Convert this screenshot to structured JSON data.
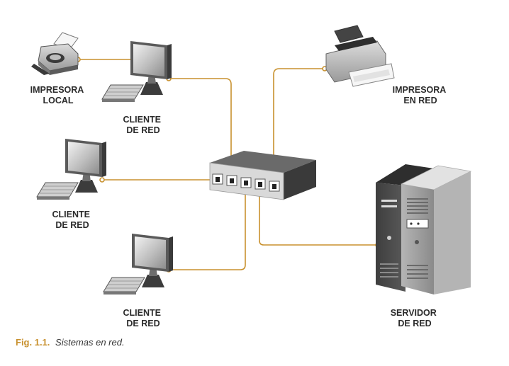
{
  "labels": {
    "local_printer": [
      "IMPRESORA",
      "LOCAL"
    ],
    "client_1": [
      "CLIENTE",
      "DE RED"
    ],
    "client_2": [
      "CLIENTE",
      "DE RED"
    ],
    "client_3": [
      "CLIENTE",
      "DE RED"
    ],
    "network_printer": [
      "IMPRESORA",
      "EN RED"
    ],
    "server": [
      "SERVIDOR",
      "DE RED"
    ]
  },
  "caption": {
    "number": "Fig. 1.1.",
    "text": "Sistemas en red."
  },
  "colors": {
    "cable": "#c8912f",
    "device_dark": "#4a4a4a",
    "device_mid": "#8a8a8a",
    "device_light": "#d4d4d4"
  },
  "icons": [
    "printer-icon",
    "monitor-icon",
    "keyboard-icon",
    "network-switch-icon",
    "server-tower-icon"
  ]
}
